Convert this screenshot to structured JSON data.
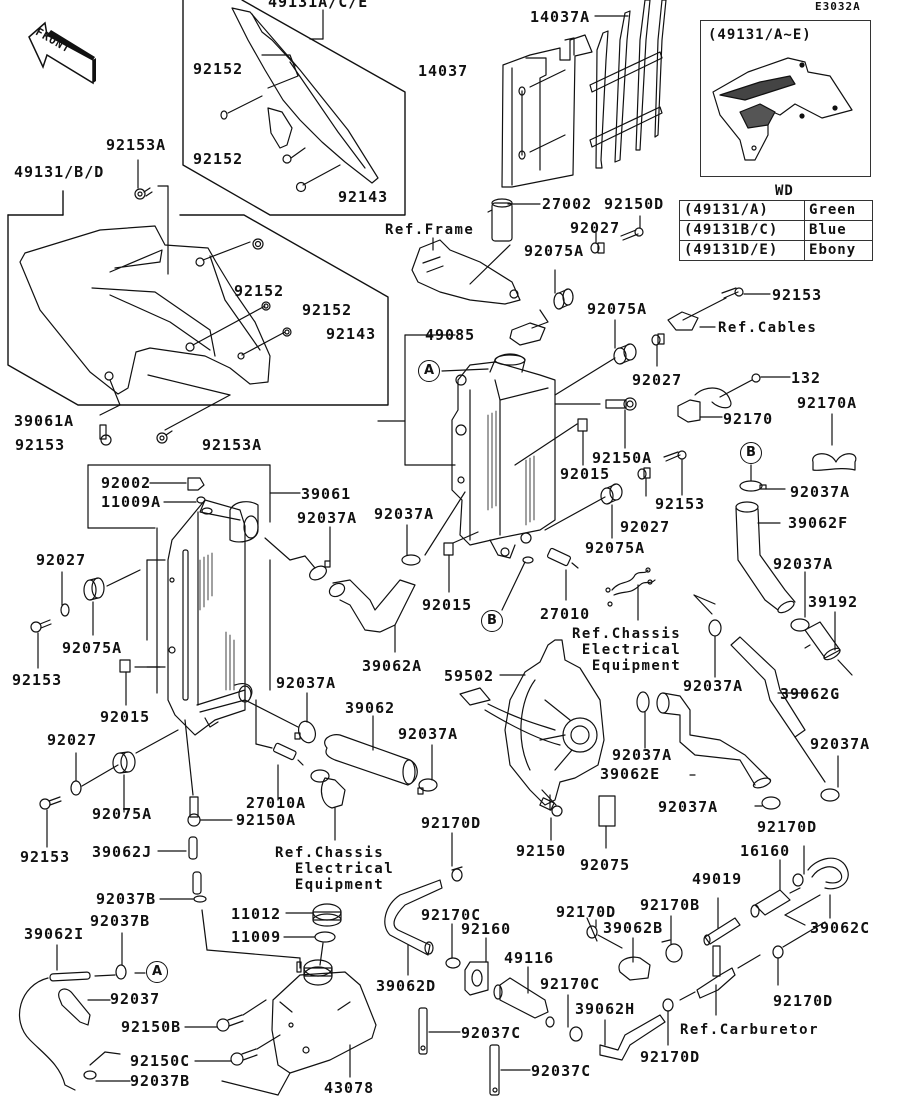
{
  "diagram_code": "E3032A",
  "front_arrow": "FRONT",
  "callouts": {
    "a": "A",
    "b": "B"
  },
  "inset": {
    "title": "(49131/A~E)",
    "table_title": "WD",
    "rows": [
      {
        "part": "(49131/A)",
        "color": "Green"
      },
      {
        "part": "(49131B/C)",
        "color": "Blue"
      },
      {
        "part": "(49131D/E)",
        "color": "Ebony"
      }
    ]
  },
  "refs": {
    "frame": "Ref.Frame",
    "cables": "Ref.Cables",
    "chassis_1": "Ref.Chassis\n Electrical\n  Equipment",
    "chassis_2": "Ref.Chassis\n  Electrical\n  Equipment",
    "carburetor": "Ref.Carburetor"
  },
  "labels": {
    "p49131ace": "49131A/C/E",
    "p92152_a": "92152",
    "p92152_b": "92152",
    "p92143_a": "92143",
    "p92153A_a": "92153A",
    "p49131bd": "49131/B/D",
    "p92152_c": "92152",
    "p92152_d": "92152",
    "p92143_b": "92143",
    "p92153_a": "92153",
    "p92153A_b": "92153A",
    "p14037A": "14037A",
    "p14037": "14037",
    "p27002": "27002",
    "p92150D": "92150D",
    "p92027_a": "92027",
    "p92075A_a": "92075A",
    "p92153_b": "92153",
    "p49085": "49085",
    "p92075A_b": "92075A",
    "p92027_b": "92027",
    "p132": "132",
    "p39061A": "39061A",
    "p92150A_a": "92150A",
    "p92170": "92170",
    "p92170A": "92170A",
    "p92015_a": "92015",
    "p92153_c": "92153",
    "p92027_c": "92027",
    "p92037A_a": "92037A",
    "p92002": "92002",
    "p11009A": "11009A",
    "p39061": "39061",
    "p92037A_b": "92037A",
    "p92037A_c": "92037A",
    "p92075A_c": "92075A",
    "p39062F": "39062F",
    "p92027_d": "92027",
    "p92075A_d": "92075A",
    "p92153_d": "92153",
    "p92015_b": "92015",
    "p27010": "27010",
    "p92037A_d": "92037A",
    "p39192": "39192",
    "p39062A": "39062A",
    "p59502": "59502",
    "p92015_c": "92015",
    "p92037A_e": "92037A",
    "p39062G": "39062G",
    "p92037A_f": "92037A",
    "p39062": "39062",
    "p92037A_g": "92037A",
    "p92037A_h": "92037A",
    "p39062E": "39062E",
    "p92037A_i": "92037A",
    "p92027_e": "92027",
    "p92075A_e": "92075A",
    "p27010A": "27010A",
    "p92150A_b": "92150A",
    "p92153_e": "92153",
    "p39062J": "39062J",
    "p92170D_a": "92170D",
    "p92150": "92150",
    "p92075": "92075",
    "p92170D_b": "92170D",
    "p16160": "16160",
    "p49019": "49019",
    "p92037B_a": "92037B",
    "p11012": "11012",
    "p92170C_a": "92170C",
    "p92160": "92160",
    "p92170D_c": "92170D",
    "p92170B": "92170B",
    "p39062C": "39062C",
    "p92037B_b": "92037B",
    "p11009": "11009",
    "p39062I": "39062I",
    "p39062B": "39062B",
    "p49116": "49116",
    "p39062D": "39062D",
    "p92170C_b": "92170C",
    "p92170D_d": "92170D",
    "p92037": "92037",
    "p92150B": "92150B",
    "p39062H": "39062H",
    "p92037C_a": "92037C",
    "p92150C": "92150C",
    "p92037B_c": "92037B",
    "p43078": "43078",
    "p92037C_b": "92037C",
    "p92170D_e": "92170D",
    "pRefCarb": "Ref.Carburetor"
  }
}
